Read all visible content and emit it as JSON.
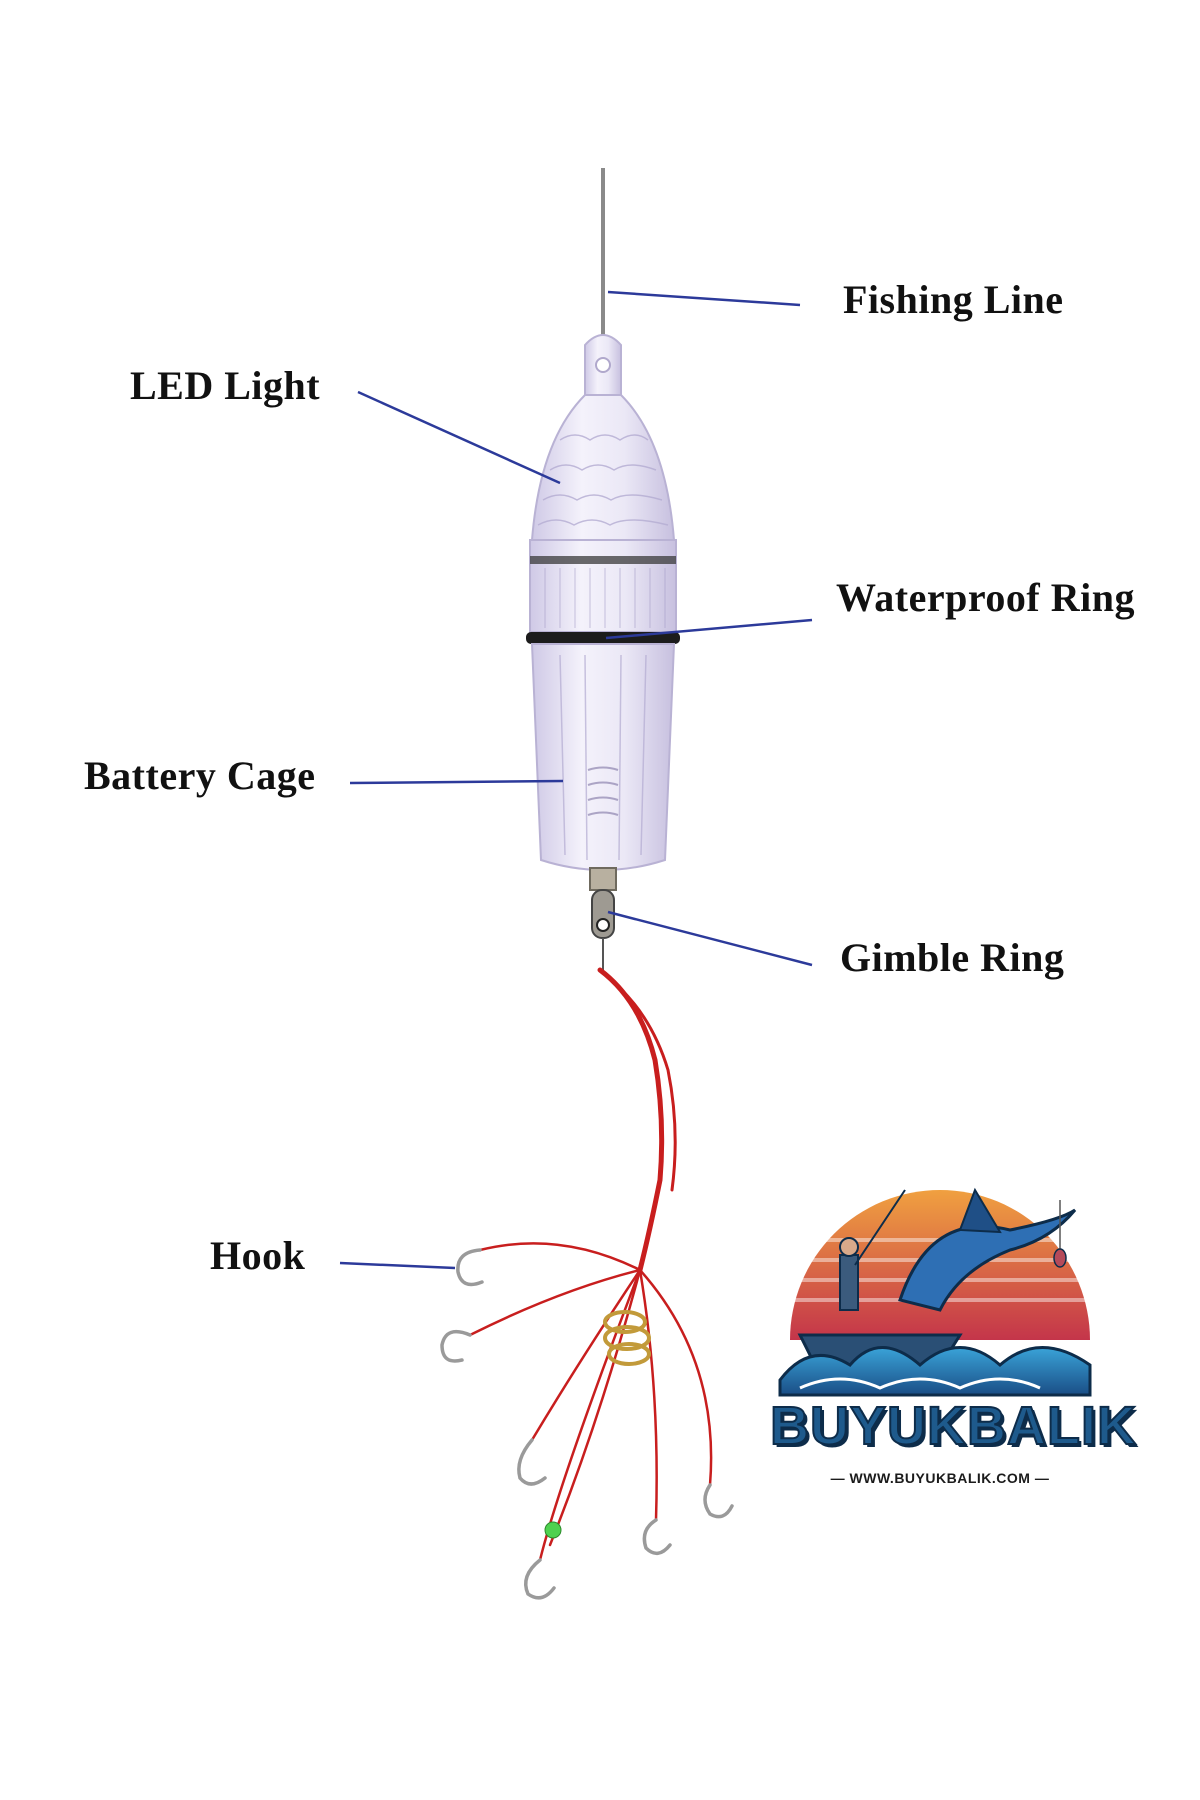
{
  "labels": {
    "fishing_line": "Fishing Line",
    "led_light": "LED Light",
    "waterproof_ring": "Waterproof Ring",
    "battery_cage": "Battery Cage",
    "gimble_ring": "Gimble Ring",
    "hook": "Hook"
  },
  "logo": {
    "brand": "BUYUKBALIK",
    "url": "— WWW.BUYUKBALIK.COM —"
  },
  "colors": {
    "callout_line": "#2c3a9a",
    "leader_red": "#c81e1e",
    "lure_body": "#dcd6ee",
    "logo_blue": "#1e5a8c",
    "logo_orange": "#e8733a"
  }
}
